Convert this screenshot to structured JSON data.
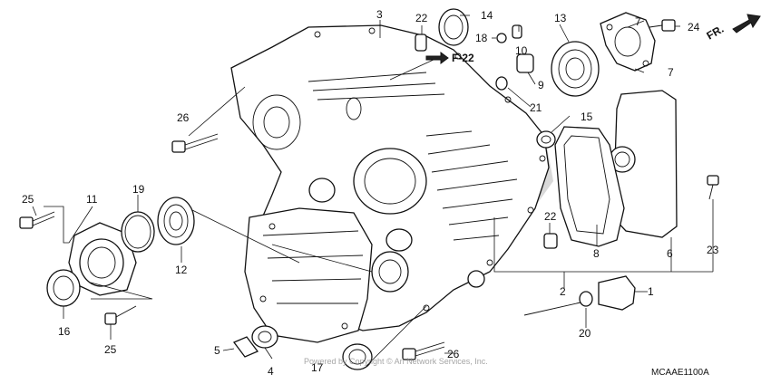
{
  "diagram": {
    "code": "MCAAE1100A",
    "ref_page": "F-22",
    "direction": "FR.",
    "watermark": "Powered by Copyright © Ari Network Services, Inc.",
    "callouts": [
      "1",
      "2",
      "3",
      "4",
      "5",
      "6",
      "7",
      "7",
      "8",
      "9",
      "10",
      "11",
      "12",
      "13",
      "14",
      "15",
      "16",
      "17",
      "18",
      "19",
      "20",
      "21",
      "22",
      "22",
      "23",
      "24",
      "25",
      "25",
      "26",
      "26"
    ]
  }
}
